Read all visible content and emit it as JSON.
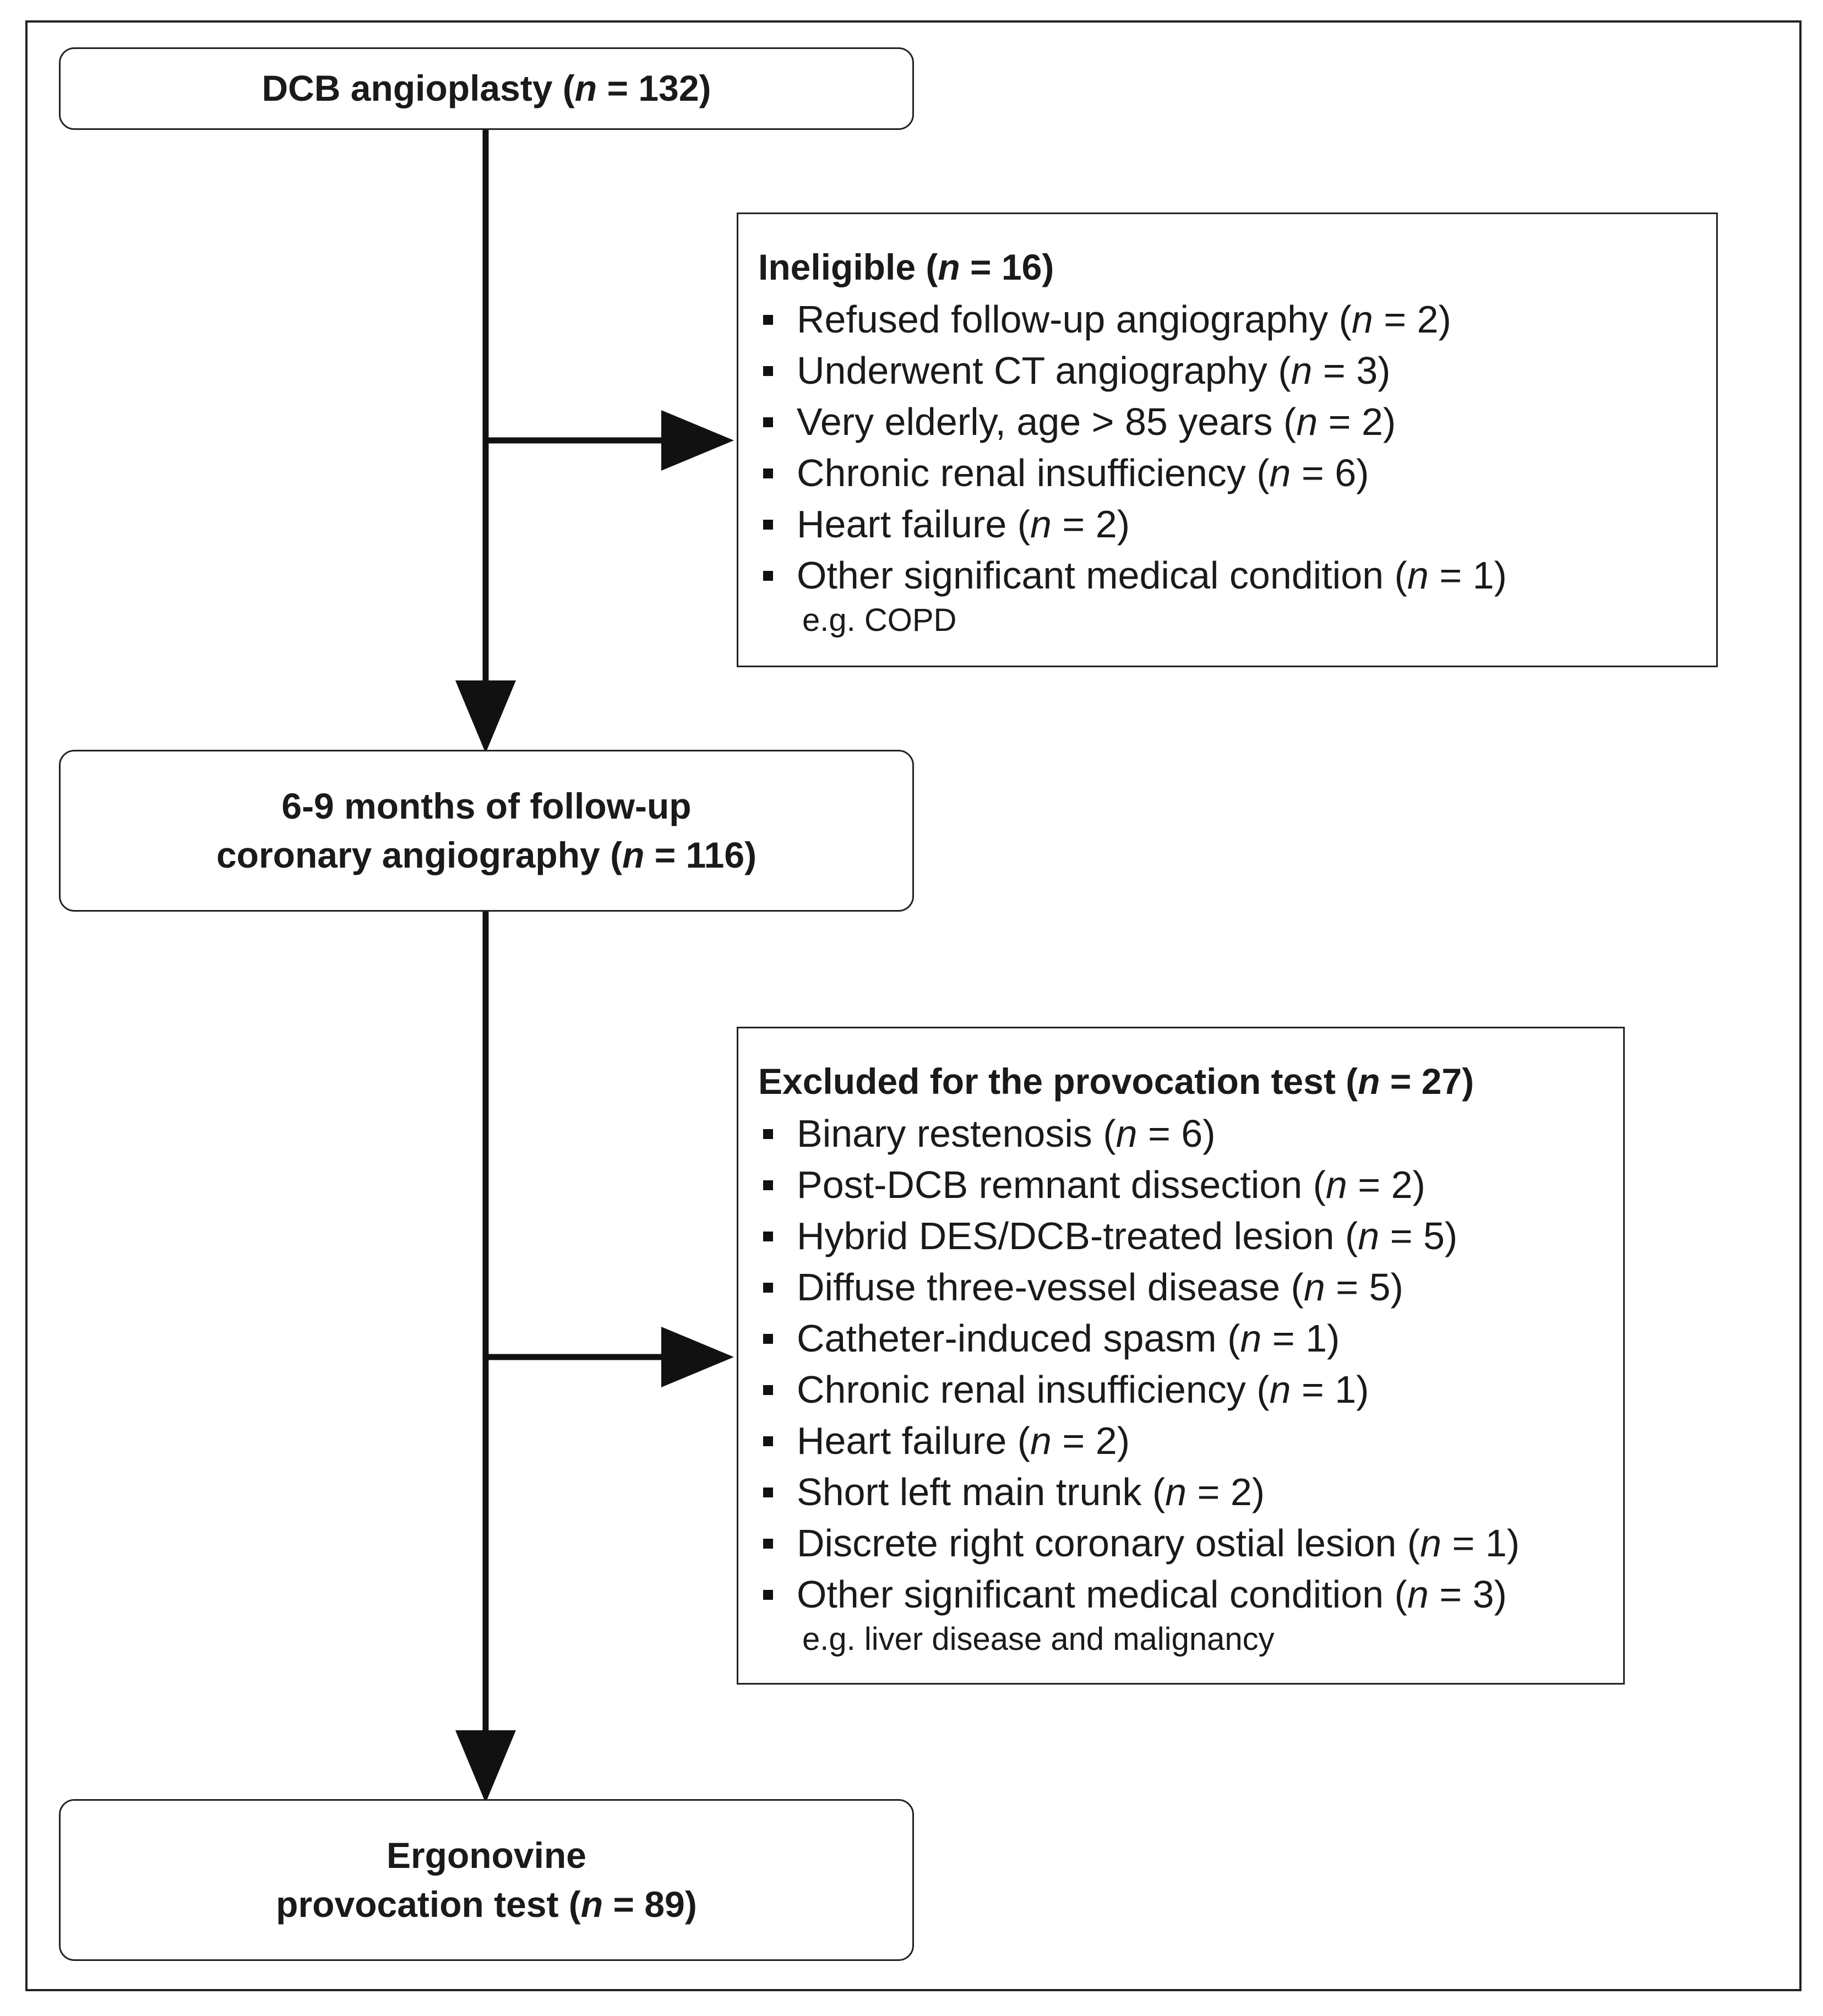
{
  "boxes": {
    "dcb": {
      "line1_prefix": "DCB angioplasty (",
      "n_symbol": "n",
      "line1_suffix": " = 132)"
    },
    "followup": {
      "line1": "6-9 months of follow-up",
      "line2_prefix": "coronary angiography (",
      "n_symbol": "n",
      "line2_suffix": " = 116)"
    },
    "ergonovine": {
      "line1": "Ergonovine",
      "line2_prefix": "provocation test (",
      "n_symbol": "n",
      "line2_suffix": " = 89)"
    }
  },
  "ineligible": {
    "header_prefix": "Ineligible (",
    "header_n": "n",
    "header_suffix": " = 16)",
    "items": [
      {
        "text": "Refused follow-up angiography (",
        "n": "n",
        "tail": " = 2)"
      },
      {
        "text": "Underwent CT angiography  (",
        "n": "n",
        "tail": " = 3)"
      },
      {
        "text": "Very elderly, age > 85 years (",
        "n": "n",
        "tail": " =  2)"
      },
      {
        "text": "Chronic renal insufficiency (",
        "n": "n",
        "tail": " = 6)"
      },
      {
        "text": "Heart failure (",
        "n": "n",
        "tail": " = 2)"
      },
      {
        "text": "Other significant medical condition (",
        "n": "n",
        "tail": " = 1)"
      }
    ],
    "note": "e.g. COPD"
  },
  "excluded": {
    "header_prefix": "Excluded for the provocation test (",
    "header_n": "n",
    "header_suffix": " = 27)",
    "items": [
      {
        "text": "Binary restenosis (",
        "n": "n",
        "tail": " = 6)"
      },
      {
        "text": "Post-DCB remnant dissection (",
        "n": "n",
        "tail": " = 2)"
      },
      {
        "text": "Hybrid DES/DCB-treated lesion (",
        "n": "n",
        "tail": " = 5)"
      },
      {
        "text": "Diffuse three-vessel disease (",
        "n": "n",
        "tail": " = 5)"
      },
      {
        "text": "Catheter-induced spasm (",
        "n": "n",
        "tail": " = 1)"
      },
      {
        "text": "Chronic renal insufficiency (",
        "n": "n",
        "tail": " = 1)"
      },
      {
        "text": "Heart failure (",
        "n": "n",
        "tail": " = 2)"
      },
      {
        "text": "Short left main trunk (",
        "n": "n",
        "tail": " =  2)"
      },
      {
        "text": "Discrete right coronary ostial lesion (",
        "n": "n",
        "tail": " = 1)"
      },
      {
        "text": "Other significant medical condition (",
        "n": "n",
        "tail": " = 3)"
      }
    ],
    "note": "e.g. liver disease and malignancy"
  }
}
